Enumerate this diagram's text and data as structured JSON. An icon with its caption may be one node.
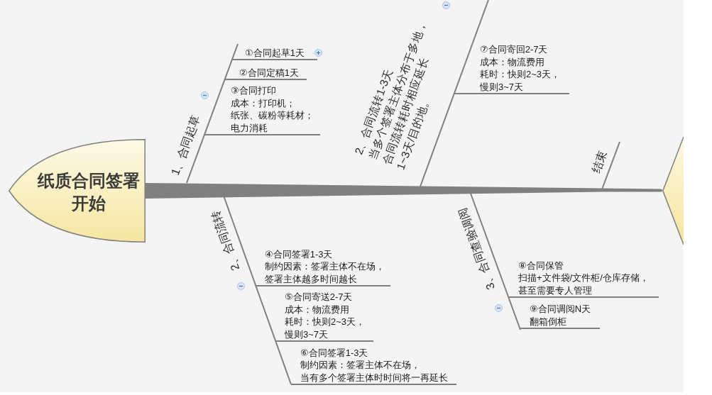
{
  "diagram": {
    "nodes": [
      {
        "text": [
          "纸质合同签署开始"
        ]
      },
      {
        "text": [
          "1、合同起草"
        ]
      },
      {
        "text": [
          "①合同起草1天"
        ]
      },
      {
        "text": [
          "②合同定稿1天"
        ]
      },
      {
        "text": [
          "③合同打印",
          "成本：打印机；纸张、碳粉等耗材；电力消耗"
        ]
      },
      {
        "text": [
          "2、合同流转"
        ]
      },
      {
        "text": [
          "④合同签署1-3天",
          "制约因素：签署主体不在场，签署主体越多时间越长"
        ]
      },
      {
        "text": [
          "⑤合同寄送2-7天",
          "成本：物流费用",
          "耗时：快则2~3天，慢则3~7天"
        ]
      },
      {
        "text": [
          "⑥合同签署1-3天",
          "制约因素：签署主体不在场，当有多个签署主体时时间将一再延长"
        ]
      },
      {
        "text": [
          "2、合同流转1-3天",
          "当多个签署主体分布于多地，合同流转耗时相应延长1~3天/目的地。"
        ]
      },
      {
        "text": [
          "⑦合同寄回2-7天",
          "成本：物流费用",
          "耗时：快则2~3天，慢则3~7天"
        ]
      },
      {
        "text": [
          "3、合同查验调阅"
        ]
      },
      {
        "text": [
          "⑧合同保管",
          "扫描+文件袋/文件柜/仓库存储，甚至需要专人管理"
        ]
      },
      {
        "text": [
          "⑨合同调阅N天",
          "翻箱倒柜"
        ]
      },
      {
        "text": [
          "结束"
        ]
      },
      {
        "text": [],
        "shape": "triangle"
      }
    ],
    "edges": [
      {
        "from": 0,
        "to": 15,
        "arrow": "none",
        "style": "thick"
      },
      {
        "from": 1,
        "to": 2,
        "arrow": "none"
      },
      {
        "from": 1,
        "to": 3,
        "arrow": "none"
      },
      {
        "from": 1,
        "to": 4,
        "arrow": "none"
      },
      {
        "from": 5,
        "to": 6,
        "arrow": "none"
      },
      {
        "from": 5,
        "to": 7,
        "arrow": "none"
      },
      {
        "from": 5,
        "to": 8,
        "arrow": "none"
      },
      {
        "from": 9,
        "to": 10,
        "arrow": "none"
      },
      {
        "from": 11,
        "to": 12,
        "arrow": "none"
      },
      {
        "from": 11,
        "to": 13,
        "arrow": "none"
      }
    ]
  }
}
